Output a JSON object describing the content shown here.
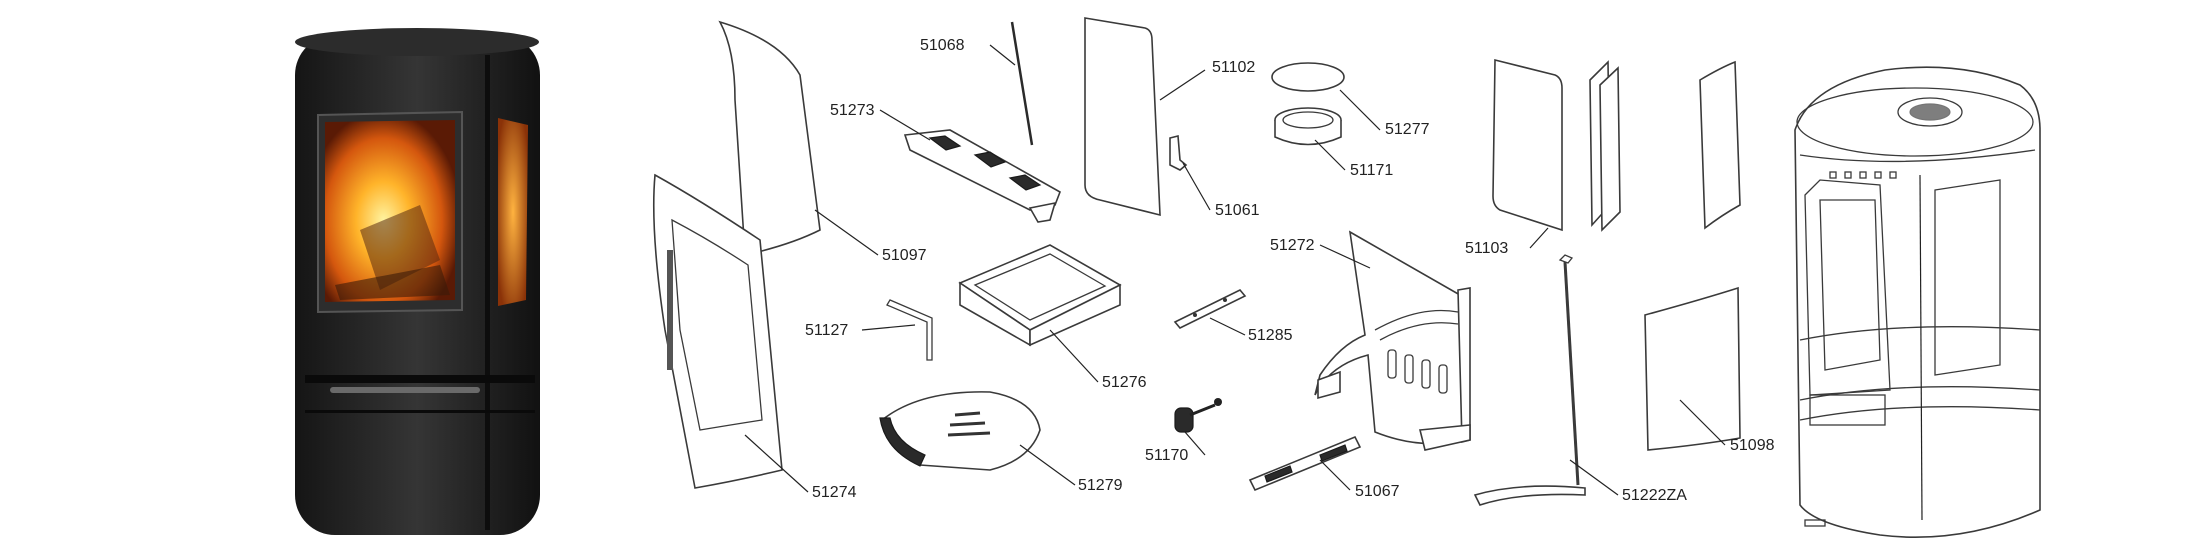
{
  "parts": {
    "p51068": "51068",
    "p51102": "51102",
    "p51273": "51273",
    "p51277": "51277",
    "p51171": "51171",
    "p51061": "51061",
    "p51097": "51097",
    "p51272": "51272",
    "p51103": "51103",
    "p51127": "51127",
    "p51285": "51285",
    "p51276": "51276",
    "p51098": "51098",
    "p51170": "51170",
    "p51279": "51279",
    "p51274": "51274",
    "p51067": "51067",
    "p51222ZA": "51222ZA"
  },
  "colors": {
    "stove_body": "#1f1f1f",
    "flame": "#f5a020",
    "line_art": "#3a3a3a"
  }
}
